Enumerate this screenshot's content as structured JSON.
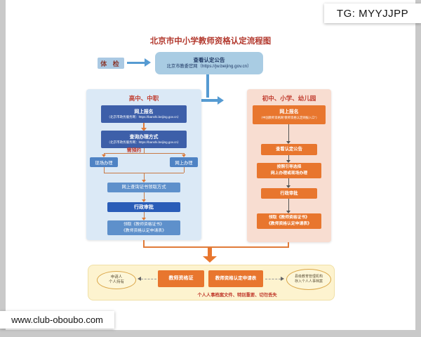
{
  "watermarks": {
    "top_right": "TG: MYYJJPP",
    "bottom_left": "www.club-oboubo.com"
  },
  "title": "北京市中小学教师资格认定流程图",
  "intro": {
    "health_check": "体 检",
    "notice_line1": "查看认定公告",
    "notice_line2": "北京市教委官网（https://jw.beijing.gov.cn）"
  },
  "left_panel": {
    "header": "高中、中职",
    "box1_line1": "网上报名",
    "box1_line2": "（北京市政务服务网：https://banshi.beijing.gov.cn）",
    "box2_line1": "查询办理方式",
    "box2_line2": "（北京市政务服务网：https://banshi.beijing.gov.cn）",
    "reserve_label": "需预约",
    "branch_left": "现场办理",
    "branch_right": "网上办理",
    "merge_box": "网上查询证书领取方式",
    "approval_box": "行政审批",
    "final_line1": "领取《教师资格证书》",
    "final_line2": "《教师资格认定申请表》"
  },
  "right_panel": {
    "header": "初中、小学、幼儿园",
    "box1_line1": "网上报名",
    "box1_line2": "（中国教师资格网“教师资格认定网报入口”）",
    "box2": "查看认定公告",
    "box3_line1": "按照引导选择",
    "box3_line2": "网上办理或现场办理",
    "box4": "行政审批",
    "final_line1": "领取《教师资格证书》",
    "final_line2": "《教师资格认定申请表》"
  },
  "bottom_panel": {
    "left_ellipse_line1": "申请人",
    "left_ellipse_line2": "个人持有",
    "cert_box": "教师资格证",
    "form_box": "教师资格认定申请表",
    "right_ellipse_line1": "县级教育管理机构",
    "right_ellipse_line2": "存入个人人事档案",
    "warning": "个人人事档案文件、特别重要、切勿丢失"
  },
  "colors": {
    "title_red": "#b2372c",
    "flow_blue": "#569bd2",
    "dark_blue_box": "#3d5fa9",
    "approval_blue": "#2a5db8",
    "orange_box": "#e8762e",
    "connector_orange": "#e07b39",
    "left_panel_bg": "#dbe9f6",
    "right_panel_bg": "#f8ddd1",
    "bottom_panel_bg": "#fdf3cf"
  }
}
